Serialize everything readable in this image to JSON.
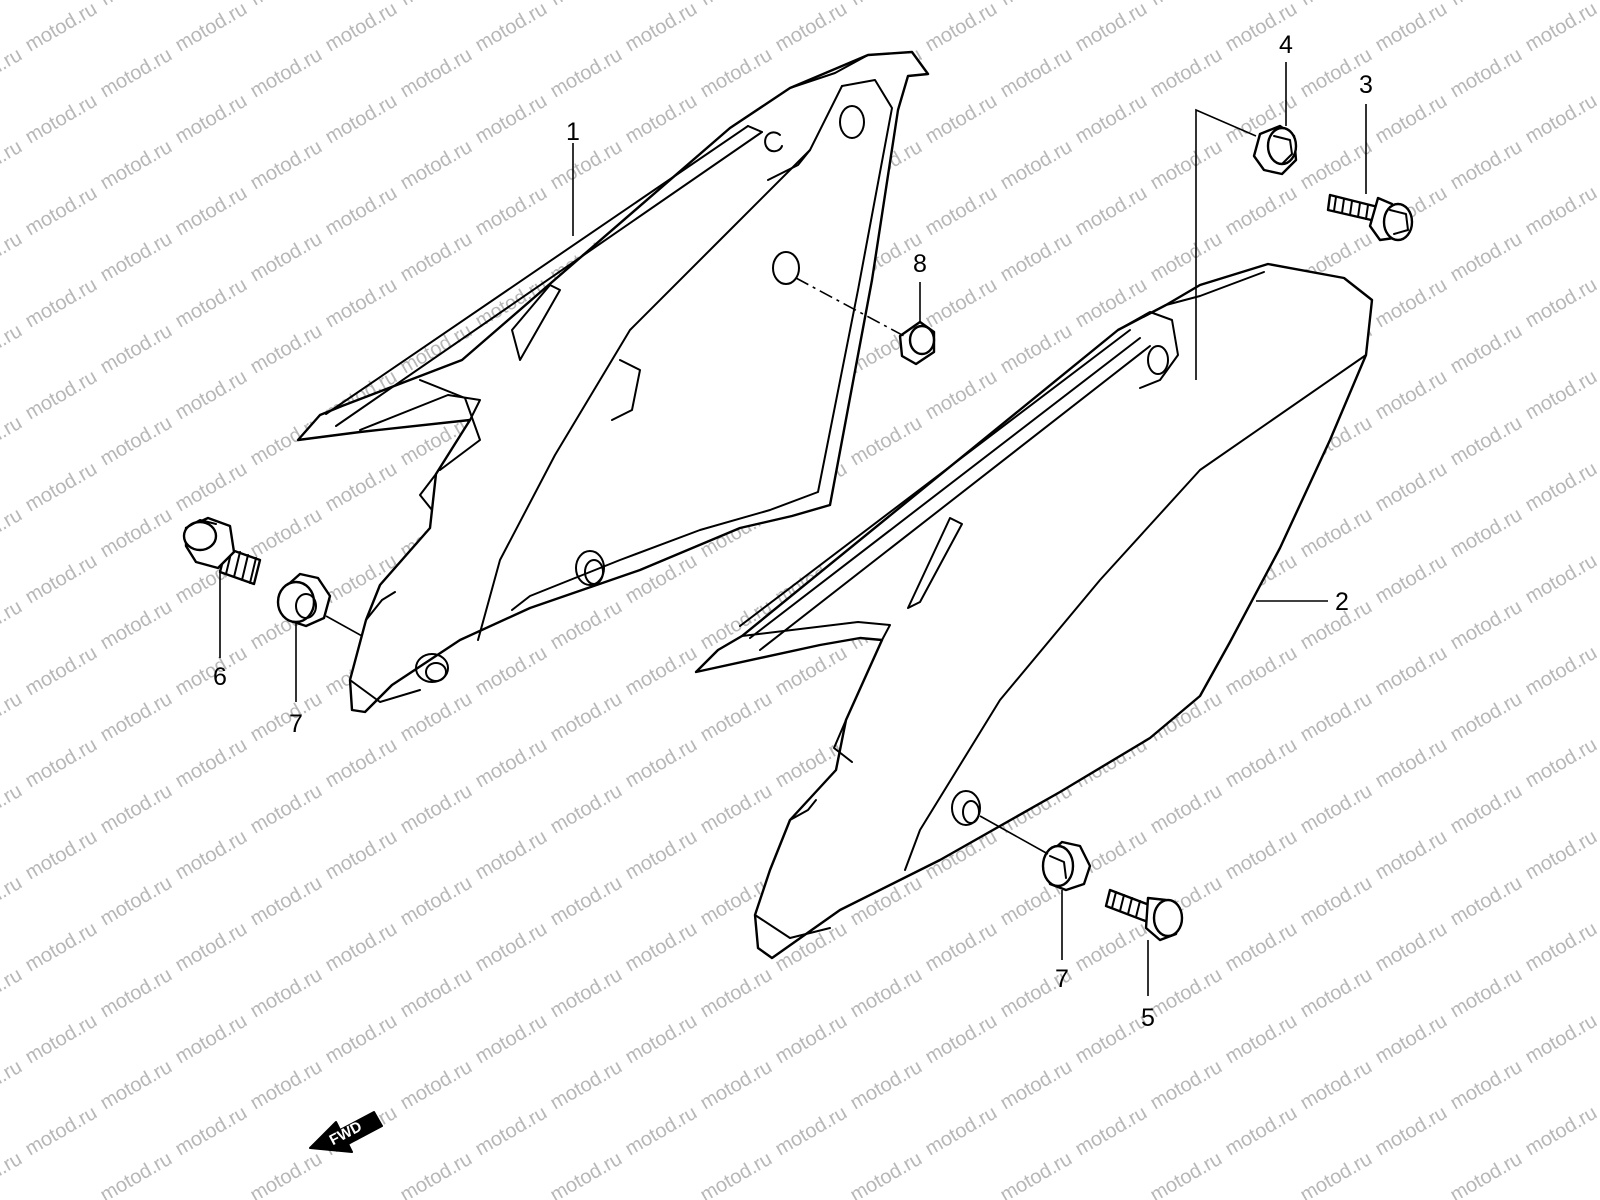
{
  "watermark": "motod.ru",
  "direction_label": "FWD",
  "callouts": {
    "c1": "1",
    "c2": "2",
    "c3": "3",
    "c4": "4",
    "c5": "5",
    "c6": "6",
    "c7a": "7",
    "c7b": "7",
    "c8": "8"
  },
  "colors": {
    "line": "#000000",
    "watermark": "#b7b7b7",
    "background": "#ffffff"
  }
}
